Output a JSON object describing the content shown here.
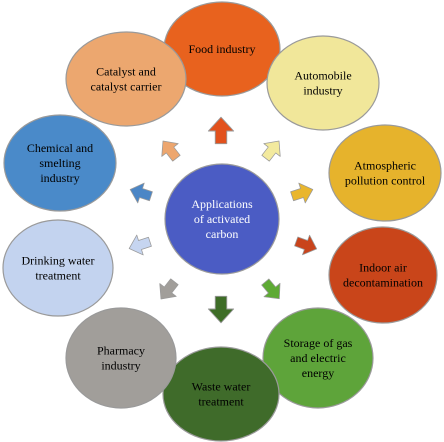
{
  "center": {
    "lines": [
      "Applications",
      "of activated",
      "carbon"
    ],
    "fill": "#4b5cc4",
    "text_color": "#ffffff"
  },
  "outline_color": "#9a9a9a",
  "nodes": [
    {
      "id": "food-industry",
      "lines": [
        "Food industry"
      ],
      "fill": "#e8621e",
      "arrow": "#e2511d",
      "text": "#000000"
    },
    {
      "id": "automobile-industry",
      "lines": [
        "Automobile",
        "industry"
      ],
      "fill": "#f1e79a",
      "arrow": "#f3ea9e",
      "text": "#000000"
    },
    {
      "id": "atmospheric-pollution-control",
      "lines": [
        "Atmospheric",
        "pollution control"
      ],
      "fill": "#e6b32c",
      "arrow": "#e9b62d",
      "text": "#000000"
    },
    {
      "id": "indoor-air-decontamination",
      "lines": [
        "Indoor air",
        "decontamination"
      ],
      "fill": "#c9451a",
      "arrow": "#c9441c",
      "text": "#000000"
    },
    {
      "id": "storage-of-gas-and-electric-energy",
      "lines": [
        "Storage of gas",
        "and electric",
        "energy"
      ],
      "fill": "#5ea43a",
      "arrow": "#5eaa34",
      "text": "#000000"
    },
    {
      "id": "waste-water-treatment",
      "lines": [
        "Waste water",
        "treatment"
      ],
      "fill": "#3f6b2a",
      "arrow": "#3e6d27",
      "text": "#000000"
    },
    {
      "id": "pharmacy-industry",
      "lines": [
        "Pharmacy",
        "industry"
      ],
      "fill": "#a19e9a",
      "arrow": "#a19e9a",
      "text": "#000000"
    },
    {
      "id": "drinking-water-treatment",
      "lines": [
        "Drinking water",
        "treatment"
      ],
      "fill": "#c3d3ef",
      "arrow": "#c6d5f0",
      "text": "#000000"
    },
    {
      "id": "chemical-and-smelting-industry",
      "lines": [
        "Chemical and",
        "smelting",
        "industry"
      ],
      "fill": "#4a8ac9",
      "arrow": "#4b86c6",
      "text": "#000000"
    },
    {
      "id": "catalyst-and-catalyst-carrier",
      "lines": [
        "Catalyst and",
        "catalyst carrier"
      ],
      "fill": "#eca76f",
      "arrow": "#eda66e",
      "text": "#000000"
    }
  ]
}
